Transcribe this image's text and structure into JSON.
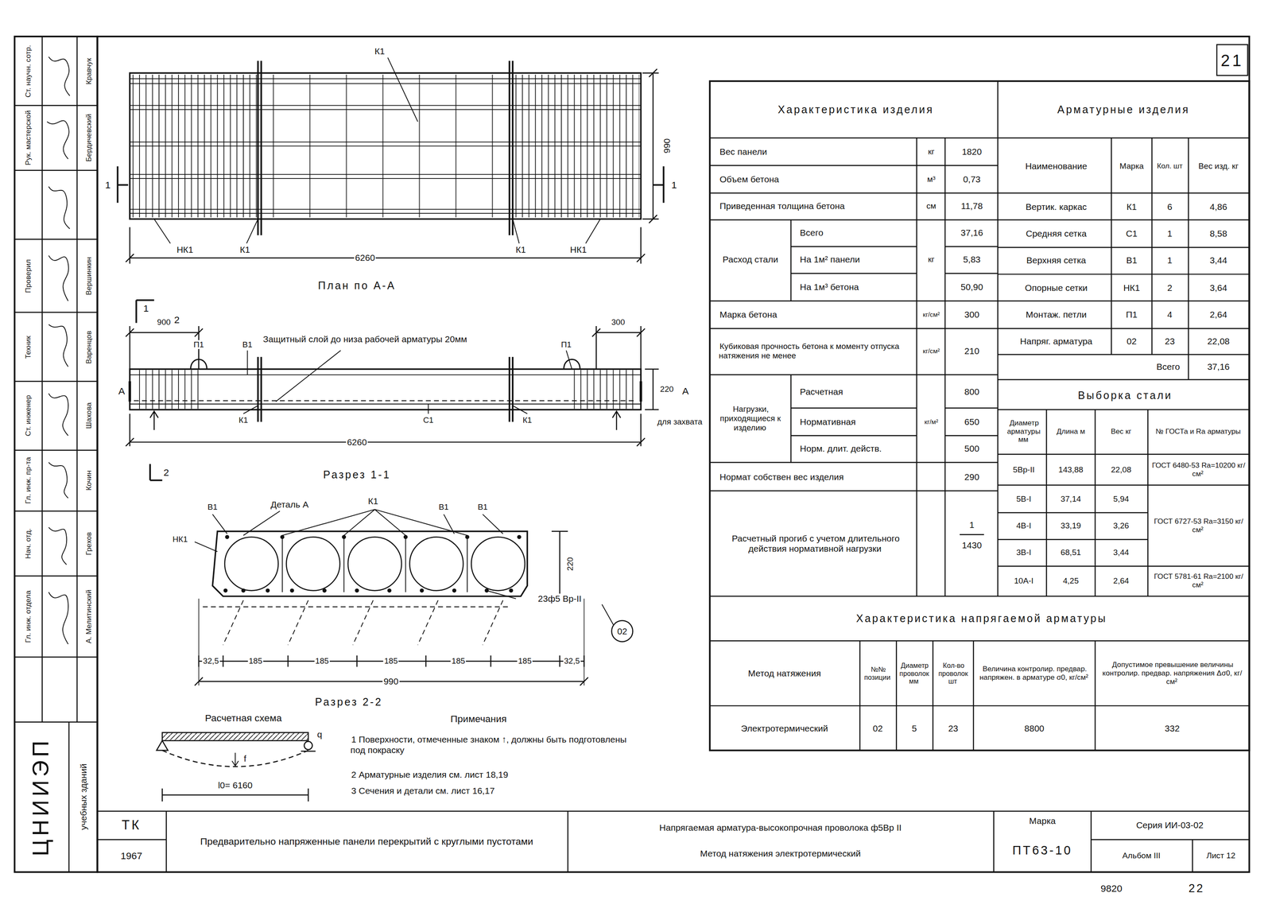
{
  "diagram": {
    "labels": [
      "21",
      "К1",
      "990",
      "1",
      "1",
      "НК1",
      "К1",
      "К1",
      "НК1",
      "6260",
      "План по А-А",
      "1",
      "2",
      "900",
      "П1",
      "В1",
      "Защитный слой до низа рабочей арматуры 20мм",
      "300",
      "П1",
      "А",
      "220",
      "А",
      "К1",
      "С1",
      "К1",
      "для захвата",
      "6260",
      "2",
      "Разрез 1-1",
      "В1",
      "Деталь А",
      "К1",
      "В1",
      "В1",
      "НК1",
      "220",
      "23ф5 Вр-II",
      "02",
      "32,5",
      "185",
      "185",
      "185",
      "185",
      "185",
      "32,5",
      "990",
      "Разрез 2-2",
      "Расчетная схема",
      "q",
      "f",
      "l0= 6160",
      "Примечания",
      "1 Поверхности, отмеченные знаком ↑, должны быть подготовлены под покраску",
      "2 Арматурные изделия см. лист 18,19",
      "3 Сечения и детали см. лист 16,17",
      "Характеристика изделия",
      "Арматурные изделия",
      "Вес панели",
      "кг",
      "1820",
      "Объем бетона",
      "м³",
      "0,73",
      "Приведенная толщина бетона",
      "см",
      "11,78",
      "Расход стали",
      "Всего",
      "кг",
      "37,16",
      "На 1м² панели",
      "5,83",
      "На 1м³ бетона",
      "50,90",
      "Марка бетона",
      "кг/см²",
      "300",
      "Кубиковая прочность бетона к моменту отпуска натяжения не менее",
      "кг/см²",
      "210",
      "Нагрузки, приходящиеся к изделию",
      "Расчетная",
      "кг/м²",
      "800",
      "Нормативная",
      "650",
      "Норм. длит. действ.",
      "500",
      "Нормат собствен вес изделия",
      "290",
      "Расчетный прогиб с учетом длительного действия нормативной нагрузки",
      "1",
      "1430",
      "Наименование",
      "Марка",
      "Кол. шт",
      "Вес изд. кг",
      "Вертик. каркас",
      "К1",
      "6",
      "4,86",
      "Средняя сетка",
      "С1",
      "1",
      "8,58",
      "Верхняя сетка",
      "В1",
      "1",
      "3,44",
      "Опорные сетки",
      "НК1",
      "2",
      "3,64",
      "Монтаж. петли",
      "П1",
      "4",
      "2,64",
      "Напряг. арматура",
      "02",
      "23",
      "22,08",
      "Всего",
      "37,16",
      "Выборка стали",
      "Диаметр арматуры мм",
      "Длина м",
      "Вес кг",
      "№ ГОСТа и Ra арматуры",
      "5Вр-II",
      "143,88",
      "22,08",
      "ГОСТ 6480-53 Ra=10200 кг/см²",
      "5В-I",
      "37,14",
      "5,94",
      "ГОСТ 6727-53 Ra=3150 кг/см²",
      "4В-I",
      "33,19",
      "3,26",
      "3В-I",
      "68,51",
      "3,44",
      "10А-I",
      "4,25",
      "2,64",
      "ГОСТ 5781-61 Ra=2100 кг/см²",
      "Характеристика напрягаемой арматуры",
      "Метод натяжения",
      "№№ позиции",
      "Диаметр проволок мм",
      "Кол-во проволок шт",
      "Величина контролир. предвар. напряжен. в арматуре σ0, кг/см²",
      "Допустимое превышение величины контролир. предвар. напряжения Δσ0, кг/см²",
      "Электротермический",
      "02",
      "5",
      "23",
      "8800",
      "332",
      "ТК",
      "1967",
      "Предварительно напряженные панели перекрытий с круглыми пустотами",
      "Напрягаемая арматура-высокопрочная проволока ф5Вр II",
      "Метод натяжения электротермический",
      "Марка",
      "ПТ63-10",
      "Серия ИИ-03-02",
      "Альбом III",
      "Лист 12",
      "9820",
      "22",
      "Ст. научн. сотр.",
      "Кравчук",
      "Рук. мастерской",
      "Бердичевский",
      "Проверил",
      "Вершинкин",
      "Техник",
      "Варенцов",
      "Ст. инженер",
      "Шахова",
      "Гл. инж. пр-та",
      "Кочин",
      "Нач. отд.",
      "Грехов",
      "Гл. инж. отдела",
      "А. Мелитинский",
      "ЦНИИЭП",
      "учебных зданий"
    ]
  }
}
